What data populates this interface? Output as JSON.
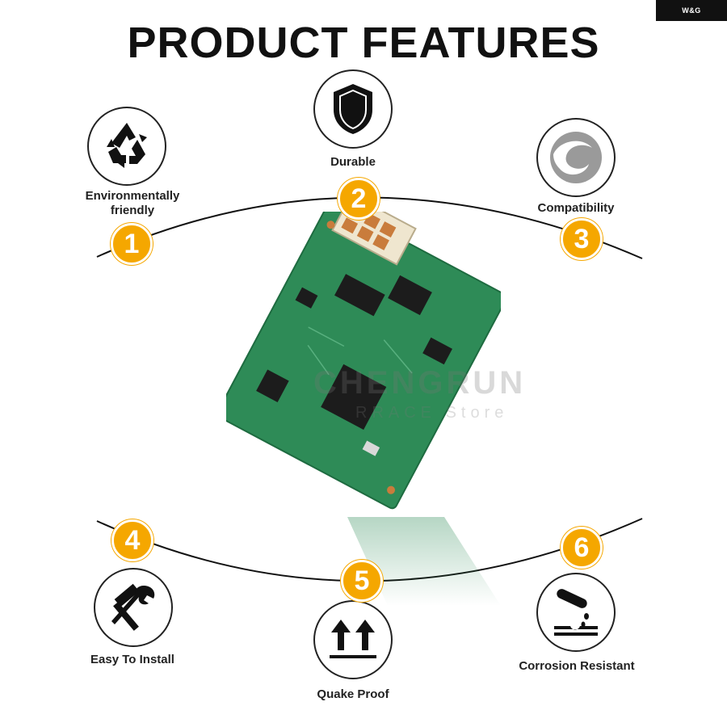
{
  "brand_badge": "W&G",
  "title": "PRODUCT FEATURES",
  "features": [
    {
      "number": "1",
      "label": "Environmentally friendly",
      "icon": "recycle-icon"
    },
    {
      "number": "2",
      "label": "Durable",
      "icon": "shield-icon"
    },
    {
      "number": "3",
      "label": "Compatibility",
      "icon": "swirl-icon"
    },
    {
      "number": "4",
      "label": "Easy To Install",
      "icon": "tools-icon"
    },
    {
      "number": "5",
      "label": "Quake Proof",
      "icon": "arrows-up-icon"
    },
    {
      "number": "6",
      "label": "Corrosion Resistant",
      "icon": "test-tube-icon"
    }
  ],
  "watermark": {
    "main": "CHENGRUN",
    "sub": "RRACE Store"
  },
  "colors": {
    "badge_orange": "#f5a700",
    "pcb_green": "#2e8b57",
    "text": "#111111"
  }
}
